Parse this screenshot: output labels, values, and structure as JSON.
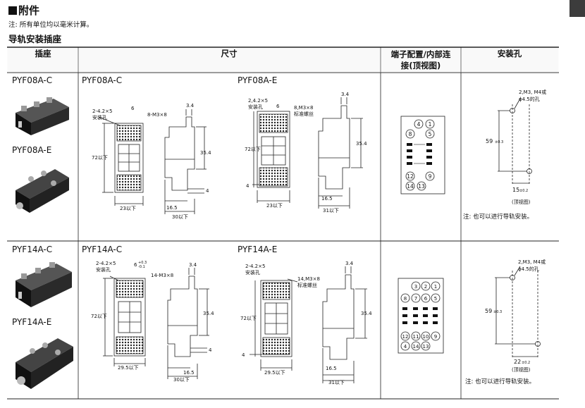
{
  "header": {
    "title": "附件",
    "note": "注: 所有单位均以毫米计算。",
    "subtitle": "导轨安装插座",
    "corner_label": ""
  },
  "table": {
    "columns": [
      "插座",
      "尺寸",
      "端子配置/内部连接(顶视图)",
      "安装孔"
    ],
    "column_lines": [
      "端子配置/内部连",
      "接(顶视图)"
    ],
    "rows": [
      {
        "socket_labels": [
          "PYF08A-C",
          "PYF08A-E"
        ],
        "dim_titles": [
          "PYF08A-C",
          "PYF08A-E"
        ],
        "dimC": {
          "hole_spec": "2-4.2×5",
          "hole_label": "安装孔",
          "top": "6",
          "screw": "8-M3×8",
          "height": "72以下",
          "width": "23以下",
          "side_top": "3.4",
          "side_height": "35.4",
          "side_small": "4",
          "side_left": "16.5",
          "side_width": "30以下"
        },
        "dimE": {
          "hole_spec": "2,4.2×5",
          "hole_label": "安装孔",
          "screw": "8,M3×8",
          "screw_note": "标准螺丝",
          "top": "6",
          "height": "72以下",
          "left_small": "4",
          "width": "23以下",
          "side_top": "3.4",
          "side_height": "35.4",
          "side_left": "16.5",
          "side_width": "31以下"
        },
        "terminals": {
          "top": [
            "4",
            "1"
          ],
          "middle": [
            "8",
            "5"
          ],
          "lower": [
            "12",
            "9"
          ],
          "bottom": [
            "14",
            "13"
          ]
        },
        "mount": {
          "spec_1": "2,M3, M4或",
          "spec_2": "ϕ4.5的孔",
          "height": "59",
          "height_tol": "±0.3",
          "width": "15",
          "width_tol": "±0.2",
          "view": "(顶视图)",
          "remark": "注: 也可以进行导轨安装。"
        }
      },
      {
        "socket_labels": [
          "PYF14A-C",
          "PYF14A-E"
        ],
        "dim_titles": [
          "PYF14A-C",
          "PYF14A-E"
        ],
        "dimC": {
          "hole_spec": "2-4.2×5",
          "hole_label": "安装孔",
          "top": "6",
          "top_tol_plus": "+0.3",
          "top_tol_minus": "-0.1",
          "screw": "14-M3×8",
          "height": "72以下",
          "width": "29.5以下",
          "side_top": "3.4",
          "side_height": "35.4",
          "side_small": "4",
          "side_left": "16.5",
          "side_width": "30以下"
        },
        "dimE": {
          "hole_spec": "2-4.2×5",
          "hole_label": "安装孔",
          "screw": "14,M3×8",
          "screw_note": "标准螺丝",
          "height": "72以下",
          "left_small": "4",
          "width": "29.5以下",
          "side_top": "3.4",
          "side_height": "35.4",
          "side_left": "16.5",
          "side_width": "31以下"
        },
        "terminals": {
          "top": [
            "3",
            "2",
            "1"
          ],
          "middle": [
            "8",
            "7",
            "6",
            "5"
          ],
          "lower": [
            "12",
            "11",
            "10",
            "9"
          ],
          "bottom": [
            "4",
            "14",
            "13"
          ]
        },
        "mount": {
          "spec_1": "2,M3, M4或",
          "spec_2": "ϕ4.5的孔",
          "height": "59",
          "height_tol": "±0.3",
          "width": "22",
          "width_tol": "±0.2",
          "view": "(顶视图)",
          "remark": "注: 也可以进行导轨安装。"
        }
      }
    ]
  }
}
